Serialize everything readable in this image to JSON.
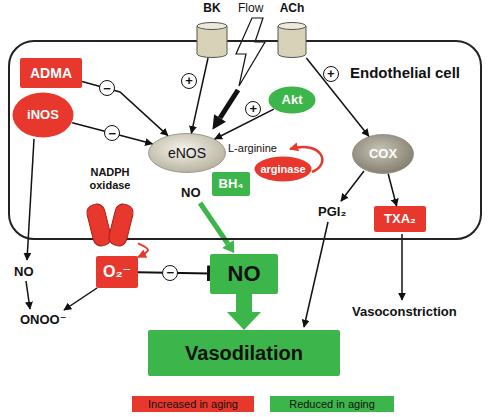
{
  "diagram": {
    "nodes": [
      {
        "text": [
          "Endothelial cell"
        ]
      },
      {
        "text": [
          "BK"
        ]
      },
      {
        "text": [
          "ACh"
        ]
      },
      {
        "text": [
          "ADMA"
        ],
        "in": 0
      },
      {
        "text": [
          "Akt"
        ],
        "in": 0
      },
      {
        "text": [
          "iNOS"
        ],
        "in": 0
      },
      {
        "text": [
          "eNOS"
        ],
        "in": 0
      },
      {
        "text": [
          "arginase"
        ],
        "in": 0
      },
      {
        "text": [
          "BH₄"
        ],
        "in": 0
      },
      {
        "text": [
          "COX"
        ],
        "in": 0
      },
      {
        "text": [
          "NADPH oxidase"
        ],
        "in": 0
      },
      {
        "text": [
          "TXA₂"
        ],
        "in": 0
      },
      {
        "text": [
          "O₂⁻"
        ]
      },
      {
        "text": [
          "NO"
        ]
      },
      {
        "text": [
          "Vasodilation"
        ]
      }
    ],
    "edges": [
      {
        "from": 3,
        "to": 6,
        "arrow": "to",
        "label": "−"
      },
      {
        "from": 1,
        "to": 6,
        "arrow": "to",
        "label": "+"
      },
      {
        "from": 4,
        "to": 6,
        "arrow": "to",
        "label": "+"
      },
      {
        "from": 2,
        "to": 9,
        "arrow": "to",
        "label": "+"
      },
      {
        "from": 5,
        "to": 6,
        "arrow": "to",
        "label": "−"
      },
      {
        "from": 12,
        "to": 13,
        "arrow": "to",
        "label": "−"
      },
      {
        "from": 13,
        "to": 14,
        "arrow": "to"
      },
      {
        "from": 9,
        "to": 11,
        "arrow": "to"
      },
      {
        "from": 10,
        "to": 12,
        "arrow": "to"
      }
    ],
    "labels": [
      "Flow",
      "L-arginine",
      "NO",
      "PGI₂",
      "NO",
      "ONOO⁻",
      "Vasoconstriction"
    ],
    "legend": [
      {
        "text": "Increased in aging",
        "color": "#e8382d"
      },
      {
        "text": "Reduced in aging",
        "color": "#3cb54a"
      }
    ]
  }
}
